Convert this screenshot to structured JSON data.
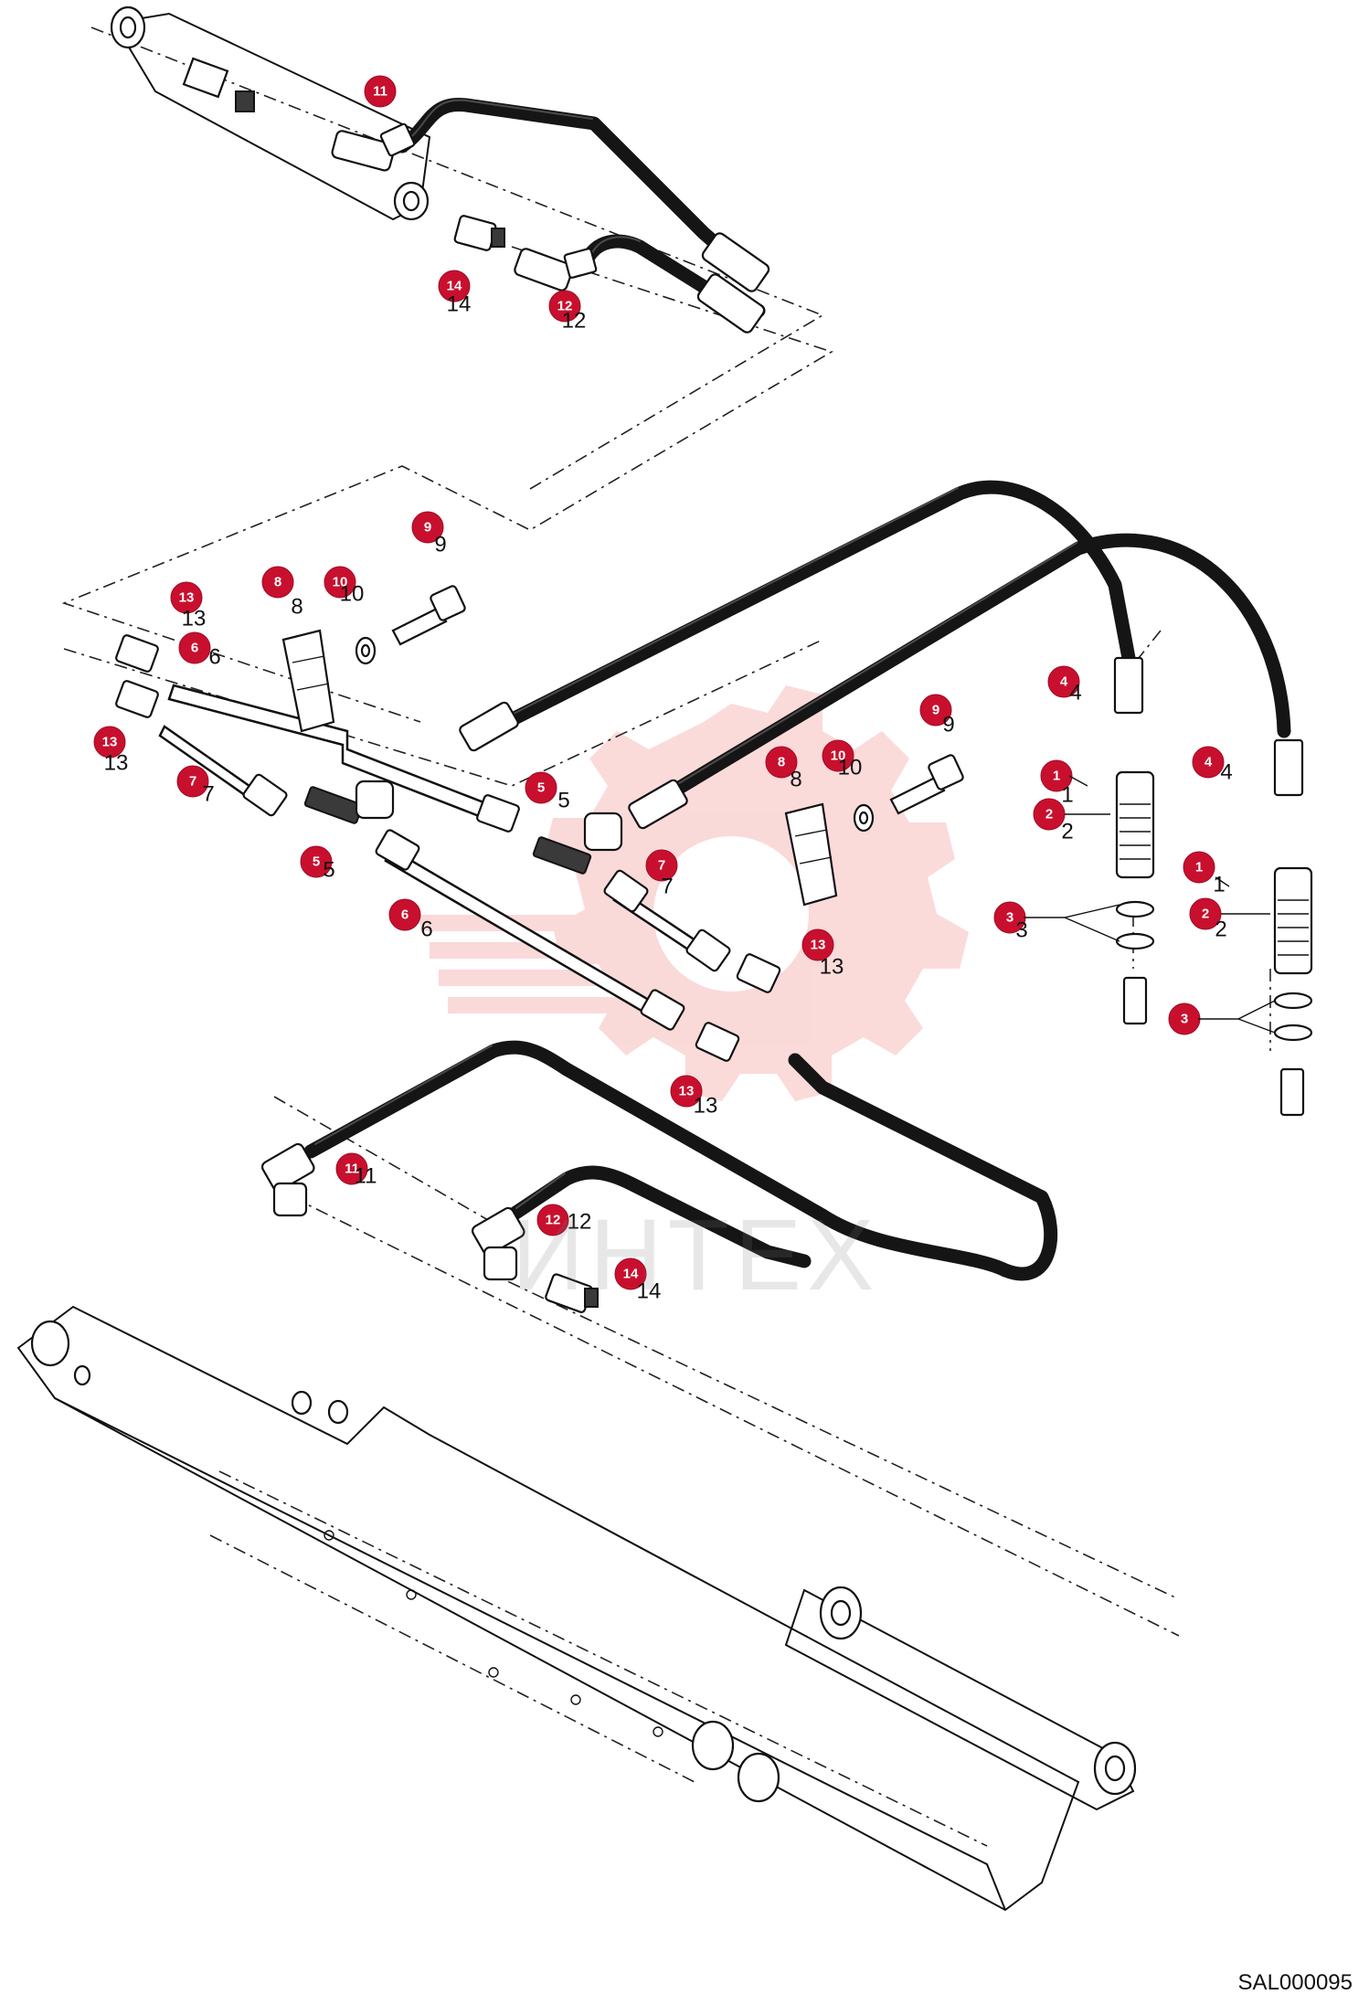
{
  "diagram": {
    "reference_code": "SAL000095",
    "watermark_text": "ИНТЕХ",
    "colors": {
      "callout": "#c8102e",
      "watermark": "#f3a0a0",
      "hose": "#151515"
    },
    "callouts": [
      {
        "id": "c11a",
        "label": "11"
      },
      {
        "id": "c14a",
        "label": "14"
      },
      {
        "id": "c12a",
        "label": "12"
      },
      {
        "id": "c9a",
        "label": "9"
      },
      {
        "id": "c8a",
        "label": "8"
      },
      {
        "id": "c10a",
        "label": "10"
      },
      {
        "id": "c13a",
        "label": "13"
      },
      {
        "id": "c6a",
        "label": "6"
      },
      {
        "id": "c13b",
        "label": "13"
      },
      {
        "id": "c7a",
        "label": "7"
      },
      {
        "id": "c5a",
        "label": "5"
      },
      {
        "id": "c5b",
        "label": "5"
      },
      {
        "id": "c6b",
        "label": "6"
      },
      {
        "id": "c9b",
        "label": "9"
      },
      {
        "id": "c8b",
        "label": "8"
      },
      {
        "id": "c10b",
        "label": "10"
      },
      {
        "id": "c7b",
        "label": "7"
      },
      {
        "id": "c13c",
        "label": "13"
      },
      {
        "id": "c13d",
        "label": "13"
      },
      {
        "id": "c4a",
        "label": "4"
      },
      {
        "id": "c1a",
        "label": "1"
      },
      {
        "id": "c2a",
        "label": "2"
      },
      {
        "id": "c4b",
        "label": "4"
      },
      {
        "id": "c1b",
        "label": "1"
      },
      {
        "id": "c2b",
        "label": "2"
      },
      {
        "id": "c3a",
        "label": "3"
      },
      {
        "id": "c3b",
        "label": "3"
      },
      {
        "id": "c11b",
        "label": "11"
      },
      {
        "id": "c12b",
        "label": "12"
      },
      {
        "id": "c14b",
        "label": "14"
      }
    ],
    "plain_labels": [
      {
        "id": "p14a",
        "label": "14"
      },
      {
        "id": "p12a",
        "label": "12"
      },
      {
        "id": "p9a",
        "label": "9"
      },
      {
        "id": "p8a",
        "label": "8"
      },
      {
        "id": "p10a",
        "label": "10"
      },
      {
        "id": "p13a",
        "label": "13"
      },
      {
        "id": "p6a",
        "label": "6"
      },
      {
        "id": "p13b",
        "label": "13"
      },
      {
        "id": "p7a",
        "label": "7"
      },
      {
        "id": "p5a",
        "label": "5"
      },
      {
        "id": "p5b",
        "label": "5"
      },
      {
        "id": "p6b",
        "label": "6"
      },
      {
        "id": "p9b",
        "label": "9"
      },
      {
        "id": "p8b",
        "label": "8"
      },
      {
        "id": "p10b",
        "label": "10"
      },
      {
        "id": "p7b",
        "label": "7"
      },
      {
        "id": "p13c",
        "label": "13"
      },
      {
        "id": "p13d",
        "label": "13"
      },
      {
        "id": "p4a",
        "label": "4"
      },
      {
        "id": "p1a",
        "label": "1"
      },
      {
        "id": "p2a",
        "label": "2"
      },
      {
        "id": "p4b",
        "label": "4"
      },
      {
        "id": "p1b",
        "label": "1"
      },
      {
        "id": "p2b",
        "label": "2"
      },
      {
        "id": "p3a",
        "label": "3"
      },
      {
        "id": "p11b",
        "label": "11"
      },
      {
        "id": "p12b",
        "label": "12"
      },
      {
        "id": "p14b",
        "label": "14"
      }
    ]
  }
}
